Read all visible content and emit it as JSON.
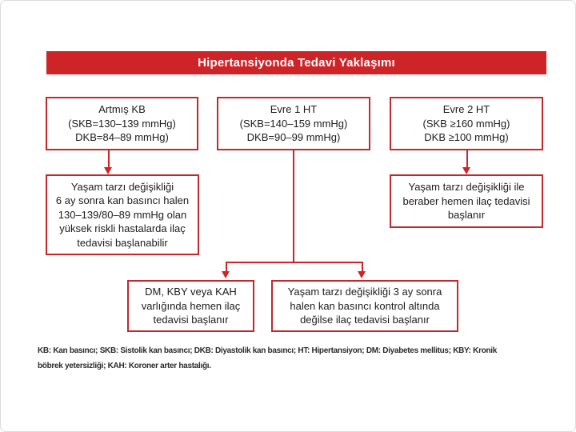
{
  "title_bar": {
    "title": "Hipertansiyonda Tedavi Yaklaşımı"
  },
  "colors": {
    "red": "#ce2428",
    "box_border": "#c2272d",
    "text": "#1c1c1c",
    "footnote_text": "#2b2b2b",
    "page_bg": "#ffffff"
  },
  "boxes": {
    "artmis_kb": {
      "lines": [
        "Artmış KB",
        "(SKB=130–139 mmHg)",
        "DKB=84–89 mmHg)"
      ]
    },
    "evre1_ht": {
      "lines": [
        "Evre 1 HT",
        "(SKB=140–159 mmHg)",
        "DKB=90–99 mmHg)"
      ]
    },
    "evre2_ht": {
      "lines": [
        "Evre 2 HT",
        "(SKB ≥160 mmHg)",
        "DKB ≥100 mmHg)"
      ]
    },
    "lifestyle_6ay": {
      "lines": [
        "Yaşam tarzı değişikliği",
        "6 ay sonra kan basıncı halen",
        "130–139/80–89 mmHg olan",
        "yüksek riskli hastalarda ilaç",
        "tedavisi başlanabilir"
      ]
    },
    "evre2_tedavi": {
      "lines": [
        "Yaşam tarzı değişikliği ile",
        "beraber hemen ilaç tedavisi",
        "başlanır"
      ]
    },
    "dm_kby_kah": {
      "lines": [
        "DM, KBY veya KAH",
        "varlığında hemen ilaç",
        "tedavisi başlanır"
      ]
    },
    "lifestyle_3ay": {
      "lines": [
        "Yaşam tarzı değişikliği 3 ay sonra",
        "halen kan basıncı kontrol altında",
        "değilse ilaç tedavisi başlanır"
      ]
    }
  },
  "footnote": {
    "line1": "KB: Kan basıncı; SKB: Sistolik kan basıncı; DKB: Diyastolik kan basıncı; HT: Hipertansiyon; DM: Diyabetes mellitus; KBY: Kronik",
    "line2": "böbrek yetersizliği; KAH: Koroner arter hastalığı."
  }
}
